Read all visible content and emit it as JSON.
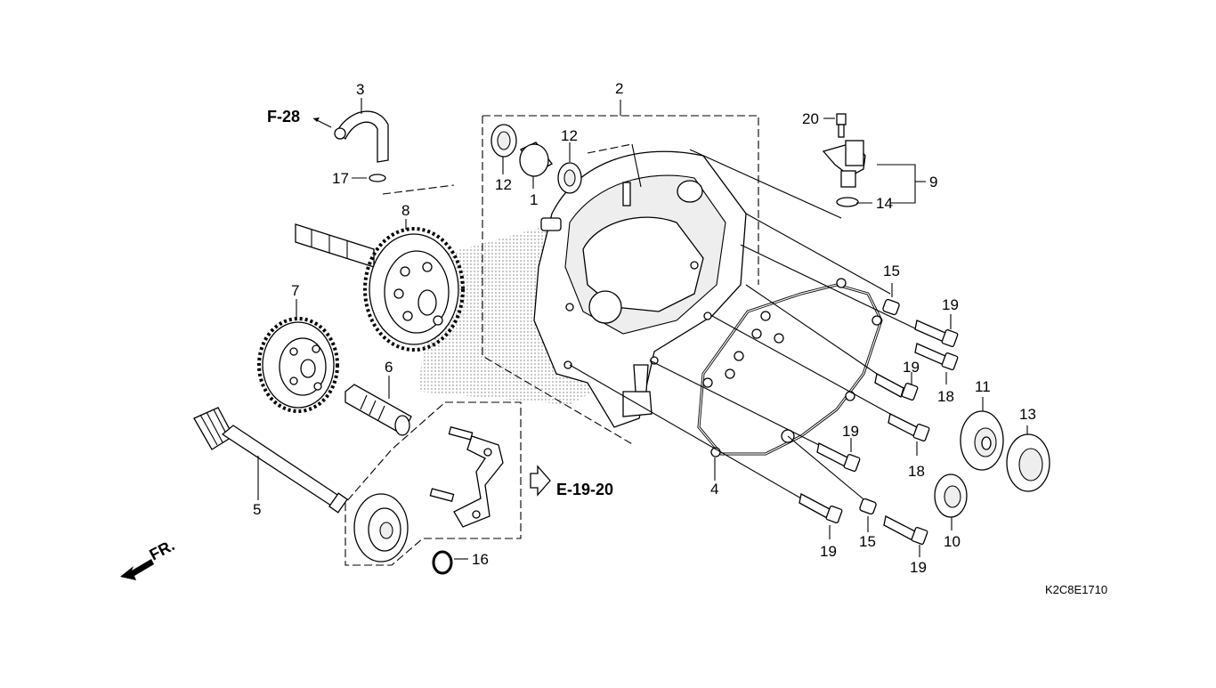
{
  "diagram": {
    "catalog_code": "K2C8E1710",
    "front_indicator": "FR.",
    "references": [
      {
        "id": "ref-f28",
        "text": "F-28"
      },
      {
        "id": "ref-e1920",
        "text": "E-19-20"
      }
    ],
    "callouts": [
      {
        "id": "c1",
        "text": "1"
      },
      {
        "id": "c2",
        "text": "2"
      },
      {
        "id": "c3",
        "text": "3"
      },
      {
        "id": "c4",
        "text": "4"
      },
      {
        "id": "c5",
        "text": "5"
      },
      {
        "id": "c6",
        "text": "6"
      },
      {
        "id": "c7",
        "text": "7"
      },
      {
        "id": "c8",
        "text": "8"
      },
      {
        "id": "c9",
        "text": "9"
      },
      {
        "id": "c10",
        "text": "10"
      },
      {
        "id": "c11",
        "text": "11"
      },
      {
        "id": "c12a",
        "text": "12"
      },
      {
        "id": "c12b",
        "text": "12"
      },
      {
        "id": "c13",
        "text": "13"
      },
      {
        "id": "c14",
        "text": "14"
      },
      {
        "id": "c15a",
        "text": "15"
      },
      {
        "id": "c15b",
        "text": "15"
      },
      {
        "id": "c16",
        "text": "16"
      },
      {
        "id": "c17",
        "text": "17"
      },
      {
        "id": "c18a",
        "text": "18"
      },
      {
        "id": "c18b",
        "text": "18"
      },
      {
        "id": "c19a",
        "text": "19"
      },
      {
        "id": "c19b",
        "text": "19"
      },
      {
        "id": "c19c",
        "text": "19"
      },
      {
        "id": "c19d",
        "text": "19"
      },
      {
        "id": "c19e",
        "text": "19"
      },
      {
        "id": "c20",
        "text": "20"
      }
    ]
  }
}
